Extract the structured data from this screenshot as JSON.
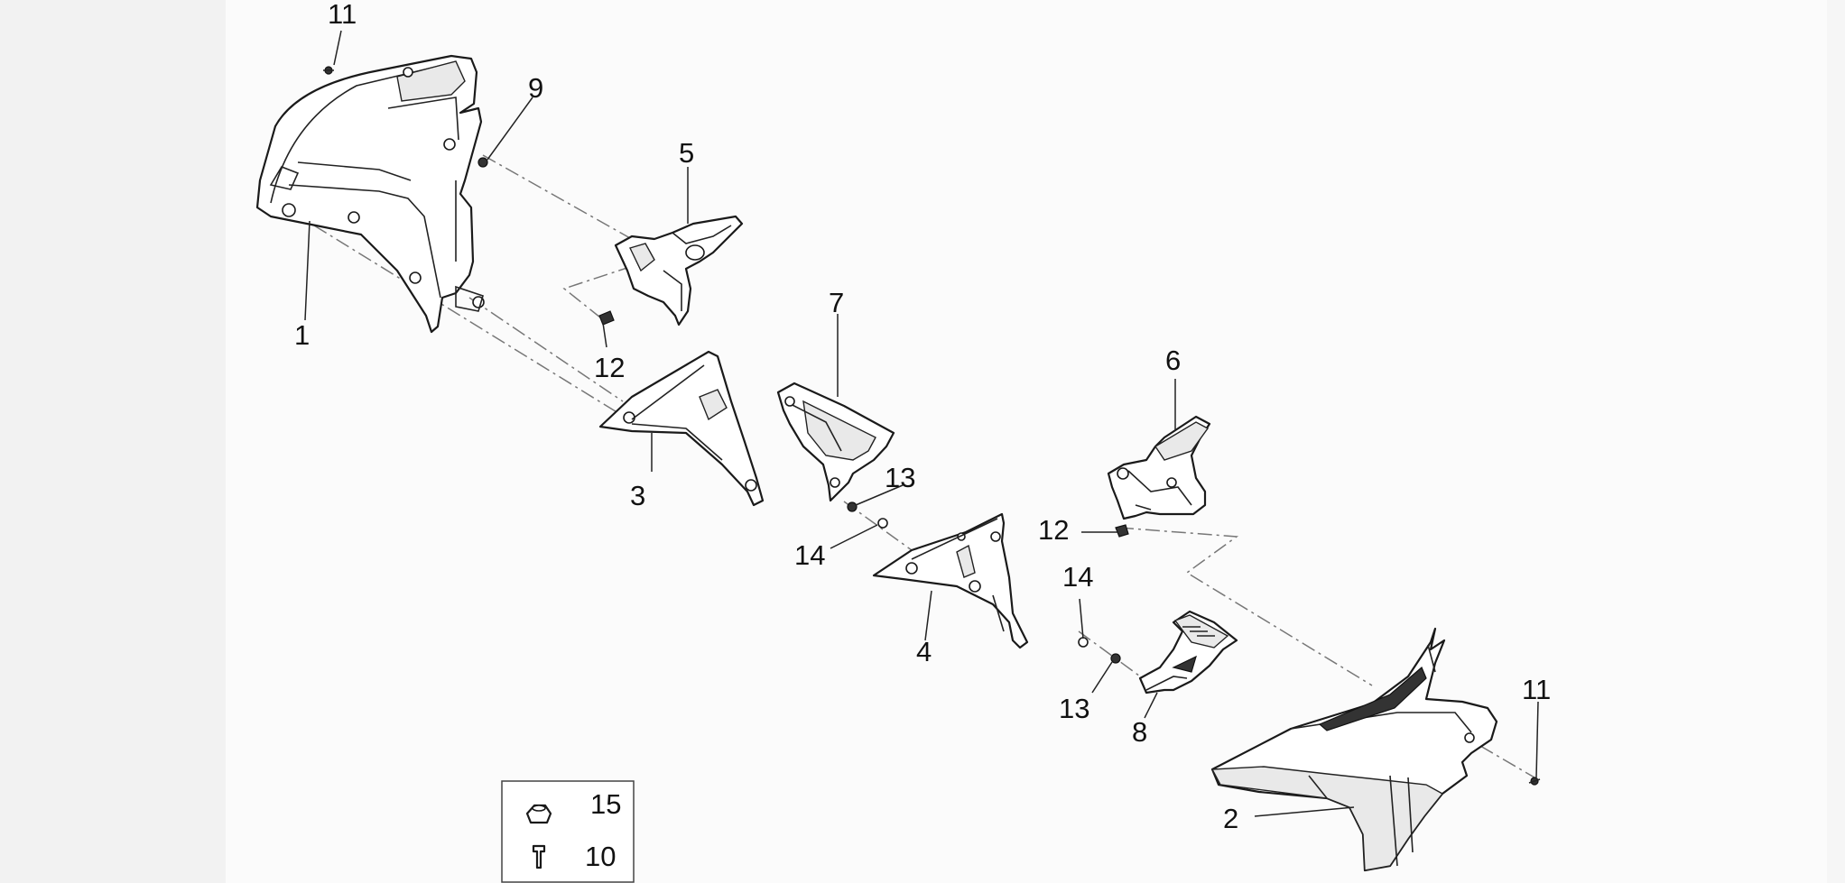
{
  "diagram": {
    "callouts": {
      "c1": "1",
      "c2": "2",
      "c3": "3",
      "c4": "4",
      "c5": "5",
      "c6": "6",
      "c7": "7",
      "c8": "8",
      "c9": "9",
      "c10": "10",
      "c11a": "11",
      "c11b": "11",
      "c12a": "12",
      "c12b": "12",
      "c13a": "13",
      "c13b": "13",
      "c14a": "14",
      "c14b": "14",
      "c15": "15"
    }
  }
}
